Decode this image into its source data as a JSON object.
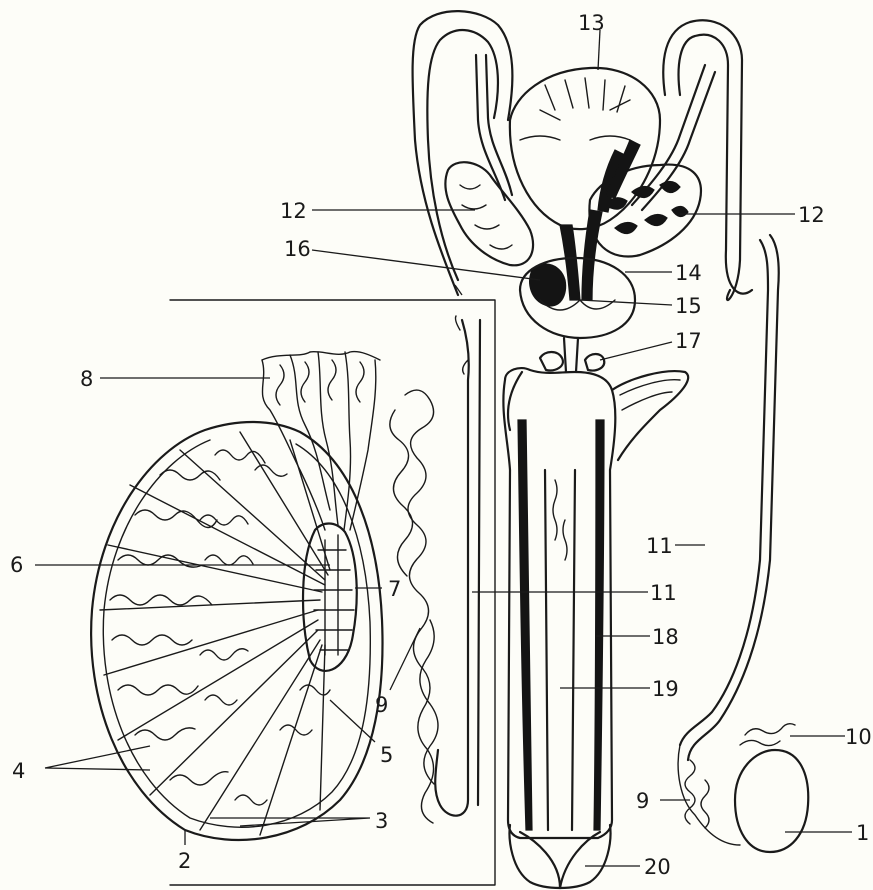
{
  "labels": {
    "l1": "1",
    "l2": "2",
    "l3": "3",
    "l4": "4",
    "l5": "5",
    "l6": "6",
    "l7": "7",
    "l8": "8",
    "l9a": "9",
    "l9b": "9",
    "l10": "10",
    "l11a": "11",
    "l11b": "11",
    "l12a": "12",
    "l12b": "12",
    "l13": "13",
    "l14": "14",
    "l15": "15",
    "l16": "16",
    "l17": "17",
    "l18": "18",
    "l19": "19",
    "l20": "20"
  }
}
